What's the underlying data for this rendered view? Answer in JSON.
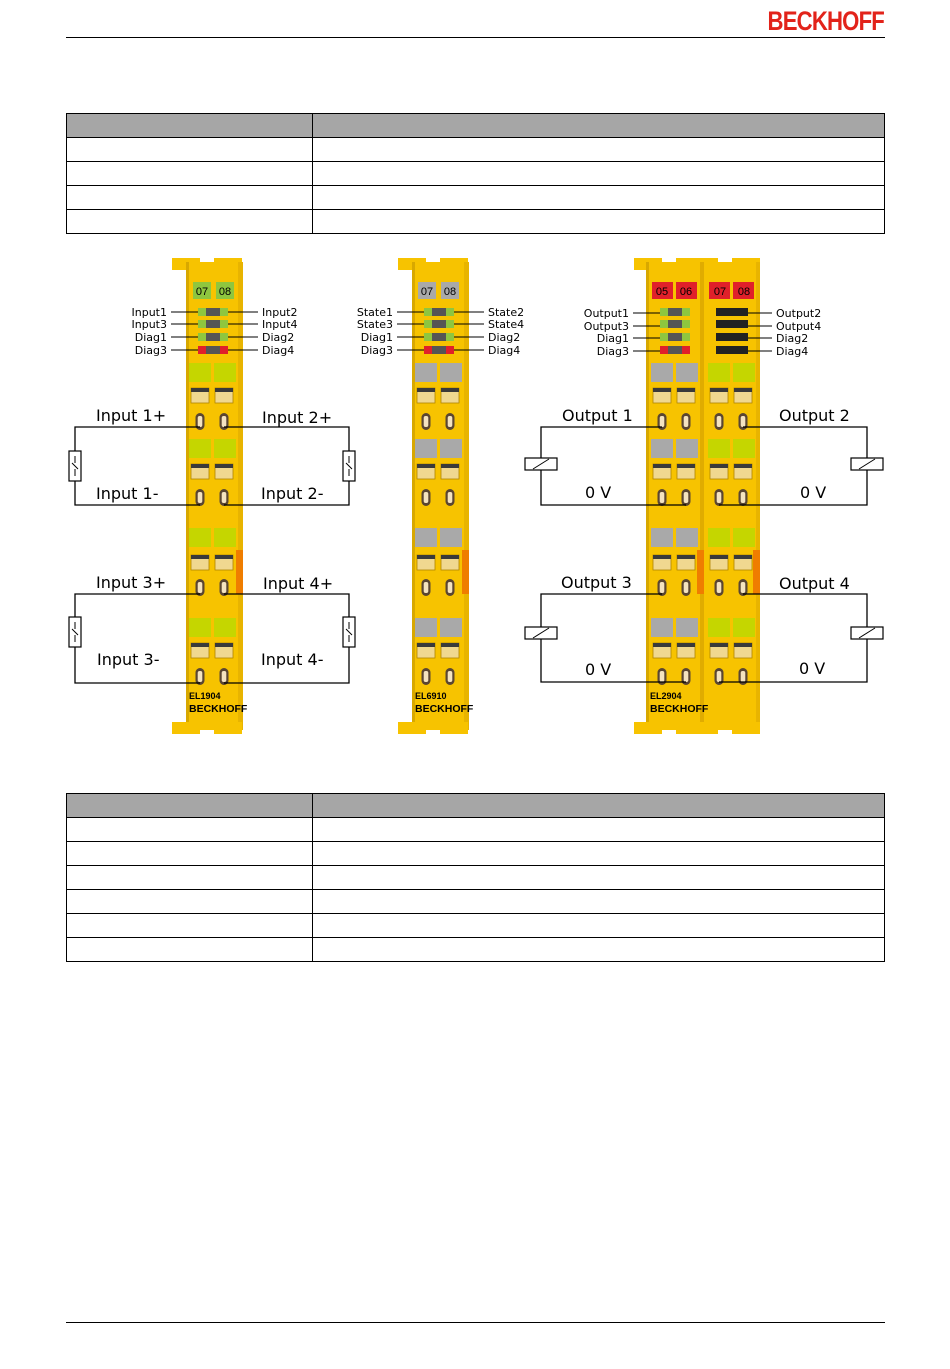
{
  "header": {
    "brand": "BECKHOFF"
  },
  "table_top": {
    "rows": 4
  },
  "table_bottom": {
    "rows": 6
  },
  "colors": {
    "brand": "#e2231a",
    "terminal_yellow": "#f7c300",
    "led_green": "#8ec63f",
    "led_red": "#e0202a",
    "led_gray": "#a9a9a9",
    "table_header": "#a6a6a6"
  },
  "modules": [
    {
      "id": "el1904",
      "model": "EL1904",
      "brand": "BECKHOFF",
      "led_numbers": [
        "07",
        "08"
      ],
      "left_labels": [
        "Input1",
        "Input3",
        "Diag1",
        "Diag3"
      ],
      "right_labels": [
        "Input2",
        "Input4",
        "Diag2",
        "Diag4"
      ],
      "wiring": {
        "top_left_plus": "Input 1+",
        "top_left_minus": "Input 1-",
        "top_right_plus": "Input 2+",
        "top_right_minus": "Input 2-",
        "bottom_left_plus": "Input 3+",
        "bottom_left_minus": "Input 3-",
        "bottom_right_plus": "Input 4+",
        "bottom_right_minus": "Input 4-"
      }
    },
    {
      "id": "el6910",
      "model": "EL6910",
      "brand": "BECKHOFF",
      "led_numbers": [
        "07",
        "08"
      ],
      "left_labels": [
        "State1",
        "State3",
        "Diag1",
        "Diag3"
      ],
      "right_labels": [
        "State2",
        "State4",
        "Diag2",
        "Diag4"
      ]
    },
    {
      "id": "el2904",
      "model": "EL2904",
      "brand": "BECKHOFF",
      "led_numbers": [
        "05",
        "06",
        "07",
        "08"
      ],
      "left_labels": [
        "Output1",
        "Output3",
        "Diag1",
        "Diag3"
      ],
      "right_labels": [
        "Output2",
        "Output4",
        "Diag2",
        "Diag4"
      ],
      "wiring": {
        "output1": "Output 1",
        "output2": "Output 2",
        "output3": "Output 3",
        "output4": "Output 4",
        "zero_volt": "0 V"
      }
    }
  ],
  "footer": {}
}
